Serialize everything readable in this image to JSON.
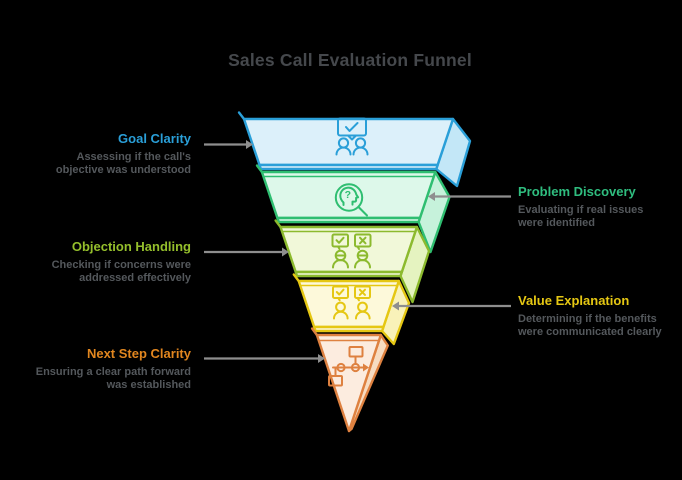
{
  "title": "Sales Call Evaluation Funnel",
  "theme": {
    "background": "#000000",
    "title_color": "#45484c",
    "description_color": "#54585c",
    "connector_color": "#8e8e8e"
  },
  "levels": [
    {
      "label": "Goal Clarity",
      "description": "Assessing if the call's objective was understood",
      "side": "left",
      "accent": "#2a9fd8",
      "stroke": "#2a9fd8",
      "fill": "#dcf0fa",
      "side_fill": "#c3e7f7",
      "icon": "presentation-check-icon"
    },
    {
      "label": "Problem Discovery",
      "description": "Evaluating if real issues were identified",
      "side": "right",
      "accent": "#2fbd7f",
      "stroke": "#2fbe71",
      "fill": "#ddf8ea",
      "side_fill": "#c6f2db",
      "icon": "head-search-icon"
    },
    {
      "label": "Objection Handling",
      "description": "Checking if concerns were addressed effectively",
      "side": "left",
      "accent": "#95bf2c",
      "stroke": "#8cba2e",
      "fill": "#f1f8d9",
      "side_fill": "#e5f3c0",
      "icon": "approve-reject-people-icon"
    },
    {
      "label": "Value Explanation",
      "description": "Determining if the benefits were communicated clearly",
      "side": "right",
      "accent": "#e5c713",
      "stroke": "#e5c713",
      "fill": "#fdf9da",
      "side_fill": "#f9f2b9",
      "icon": "feedback-bubbles-icon"
    },
    {
      "label": "Next Step Clarity",
      "description": "Ensuring a clear path forward was established",
      "side": "left",
      "accent": "#e1861f",
      "stroke": "#de8140",
      "fill": "#fcecdf",
      "side_fill": "#f7dcc2",
      "icon": "flowchart-icon"
    }
  ]
}
